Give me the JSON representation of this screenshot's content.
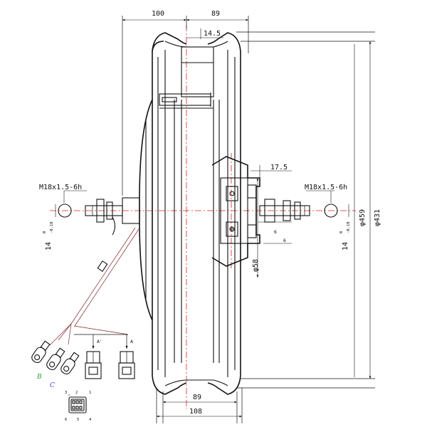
{
  "dimensions": {
    "total_left": "100",
    "total_right": "89",
    "rim_offset": "14.5",
    "hub_step": "17.5",
    "thread_left": "M18x1.5-6h",
    "thread_right": "M18x1.5-6h",
    "flat_main": "14",
    "flat_upper": "0",
    "flat_lower": "-0.10",
    "dia_outer": "φ459",
    "dia_rim": "φ431",
    "dia_bearing": "φ58",
    "small_a": "6",
    "small_b": "6",
    "rim_width": "89",
    "overall_width": "108"
  },
  "connector": {
    "view_a_prime": "A'",
    "view_a": "A",
    "wire_b": "B",
    "wire_c": "C",
    "pins_top": [
      "3",
      "2",
      "1"
    ],
    "pins_bottom": [
      "6",
      "5",
      "4"
    ]
  }
}
